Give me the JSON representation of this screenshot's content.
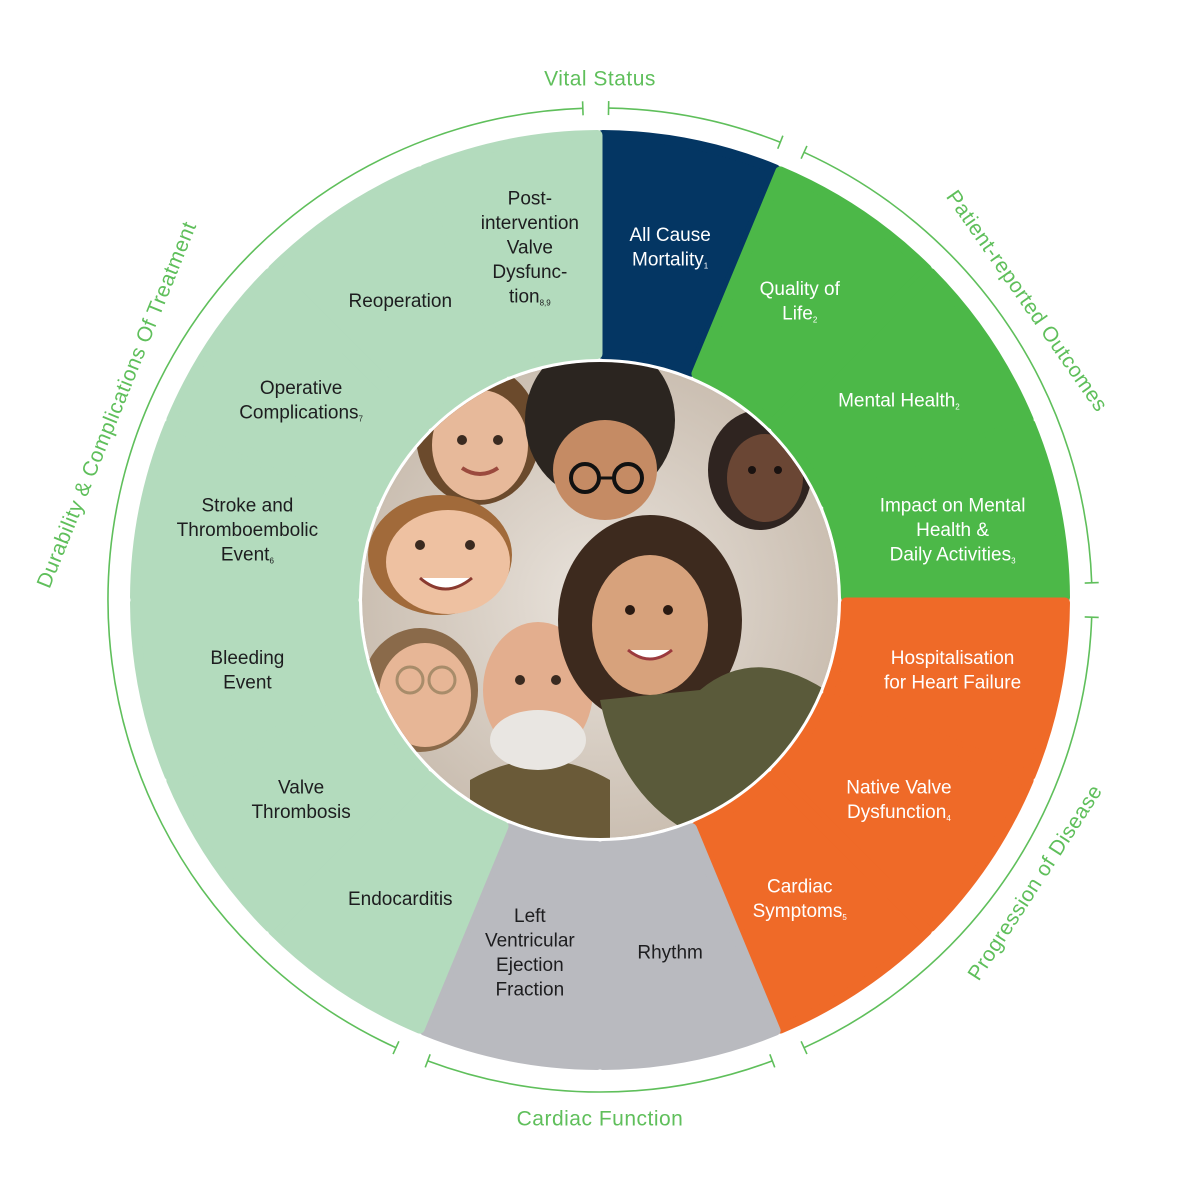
{
  "colors": {
    "vital": "#043663",
    "patient": "#4cb848",
    "progression": "#ef6a28",
    "cardiac": "#b9babf",
    "durability": "#b3dbbd",
    "bracket": "#5fbf5b",
    "photo_bg": "#d8d0c6"
  },
  "segments": [
    {
      "id": "all-cause-mortality",
      "group": "vital",
      "lines": [
        "All Cause",
        "Mortality"
      ],
      "sup": "1",
      "text_color": "#ffffff"
    },
    {
      "id": "quality-of-life",
      "group": "patient",
      "lines": [
        "Quality of",
        "Life"
      ],
      "sup": "2",
      "text_color": "#ffffff"
    },
    {
      "id": "mental-health",
      "group": "patient",
      "lines": [
        "Mental Health"
      ],
      "sup": "2",
      "text_color": "#ffffff"
    },
    {
      "id": "impact-mental-health",
      "group": "patient",
      "lines": [
        "Impact on Mental",
        "Health &",
        "Daily Activities"
      ],
      "sup": "3",
      "text_color": "#ffffff"
    },
    {
      "id": "hospitalisation",
      "group": "progression",
      "lines": [
        "Hospitalisation",
        "for Heart Failure"
      ],
      "sup": "",
      "text_color": "#ffffff"
    },
    {
      "id": "native-valve-dysfunction",
      "group": "progression",
      "lines": [
        "Native Valve",
        "Dysfunction"
      ],
      "sup": "4",
      "text_color": "#ffffff"
    },
    {
      "id": "cardiac-symptoms",
      "group": "progression",
      "lines": [
        "Cardiac",
        "Symptoms"
      ],
      "sup": "5",
      "text_color": "#ffffff"
    },
    {
      "id": "rhythm",
      "group": "cardiac",
      "lines": [
        "Rhythm"
      ],
      "sup": "",
      "text_color": "#1d1d1f"
    },
    {
      "id": "lvef",
      "group": "cardiac",
      "lines": [
        "Left",
        "Ventricular",
        "Ejection",
        "Fraction"
      ],
      "sup": "",
      "text_color": "#1d1d1f"
    },
    {
      "id": "endocarditis",
      "group": "durability",
      "lines": [
        "Endocarditis"
      ],
      "sup": "",
      "text_color": "#1d1d1f"
    },
    {
      "id": "valve-thrombosis",
      "group": "durability",
      "lines": [
        "Valve",
        "Thrombosis"
      ],
      "sup": "",
      "text_color": "#1d1d1f"
    },
    {
      "id": "bleeding-event",
      "group": "durability",
      "lines": [
        "Bleeding",
        "Event"
      ],
      "sup": "",
      "text_color": "#1d1d1f"
    },
    {
      "id": "stroke",
      "group": "durability",
      "lines": [
        "Stroke and",
        "Thromboembolic",
        "Event"
      ],
      "sup": "6",
      "text_color": "#1d1d1f"
    },
    {
      "id": "operative-complications",
      "group": "durability",
      "lines": [
        "Operative",
        "Complications"
      ],
      "sup": "7",
      "text_color": "#1d1d1f"
    },
    {
      "id": "reoperation",
      "group": "durability",
      "lines": [
        "Reoperation"
      ],
      "sup": "",
      "text_color": "#1d1d1f"
    },
    {
      "id": "post-intervention",
      "group": "durability",
      "lines": [
        "Post-",
        "intervention",
        "Valve",
        "Dysfunc-",
        "tion"
      ],
      "sup": "8,9",
      "text_color": "#1d1d1f"
    }
  ],
  "groups": [
    {
      "id": "vital",
      "label": "Vital Status"
    },
    {
      "id": "patient",
      "label": "Patient-reported Outcomes"
    },
    {
      "id": "progression",
      "label": "Progression of Disease"
    },
    {
      "id": "cardiac",
      "label": "Cardiac Function"
    },
    {
      "id": "durability",
      "label": "Durability & Complications Of Treatment"
    }
  ]
}
